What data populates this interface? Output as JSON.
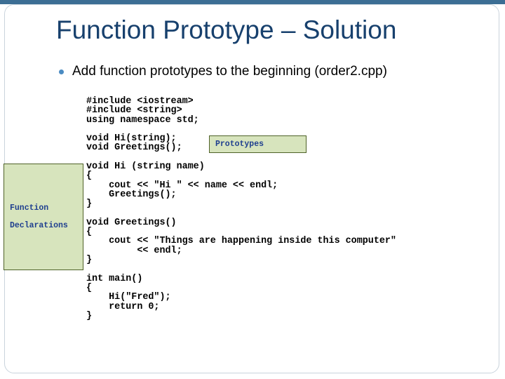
{
  "slide": {
    "title": "Function Prototype – Solution",
    "bullet": "Add function prototypes to the beginning (order2.cpp)"
  },
  "code": {
    "lines": [
      "#include <iostream>",
      "#include <string>",
      "using namespace std;",
      "",
      "void Hi(string);",
      "void Greetings();",
      "",
      "void Hi (string name)",
      "{",
      "    cout << \"Hi \" << name << endl;",
      "    Greetings();",
      "}",
      "",
      "void Greetings()",
      "{",
      "    cout << \"Things are happening inside this computer\"",
      "         << endl;",
      "}",
      "",
      "int main()",
      "{",
      "    Hi(\"Fred\");",
      "    return 0;",
      "}"
    ]
  },
  "callouts": {
    "prototypes": "Prototypes",
    "declarations_line1": "Function",
    "declarations_line2": "Declarations"
  },
  "colors": {
    "title": "#17406d",
    "accent": "#3c6e94",
    "bullet": "#4a8bc2",
    "callout_fill": "#d7e4bd",
    "callout_border": "#4f6228",
    "callout_text": "#1f3f8f"
  }
}
